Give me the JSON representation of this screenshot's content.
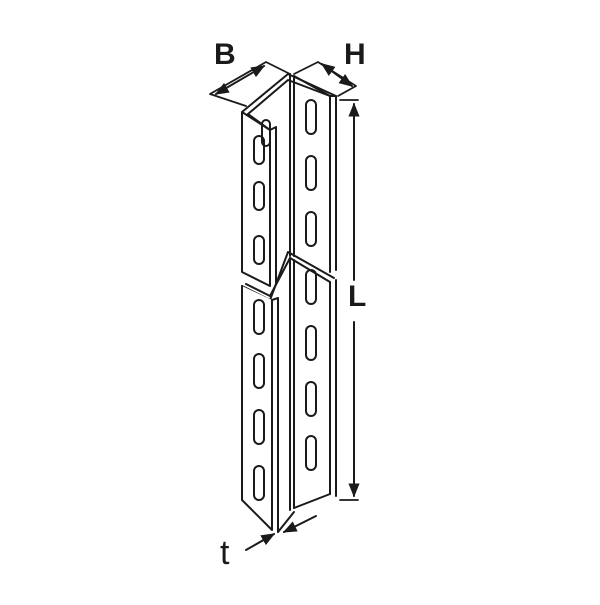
{
  "diagram": {
    "subject": "slotted-u-channel-profile",
    "colors": {
      "stroke": "#1a1a1a",
      "fill": "#ffffff",
      "background": "#ffffff"
    },
    "dimensions": {
      "width": {
        "label": "B"
      },
      "height": {
        "label": "H"
      },
      "length": {
        "label": "L"
      },
      "thickness": {
        "label": "t"
      }
    }
  }
}
